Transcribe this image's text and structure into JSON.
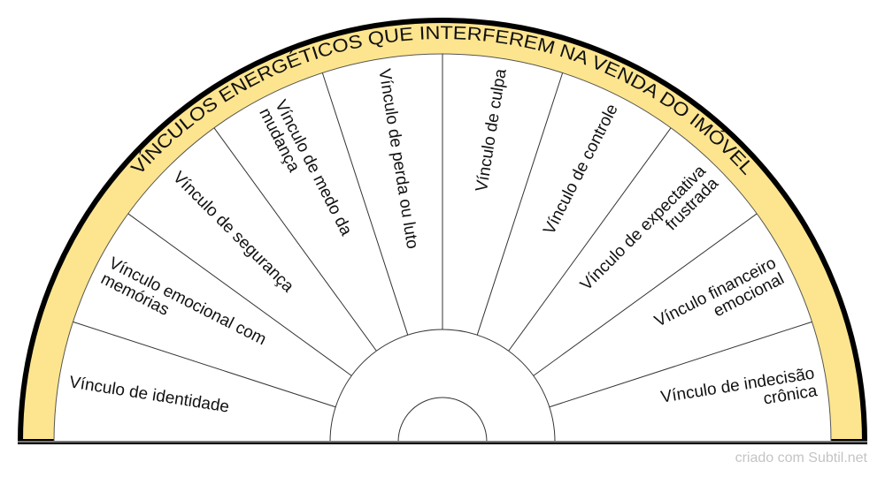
{
  "title": "VÍNCULOS ENERGÉTICOS QUE INTERFEREM NA VENDA DO IMÓVEL",
  "sectors": [
    [
      "Vínculo de identidade"
    ],
    [
      "Vínculo emocional com",
      "memórias"
    ],
    [
      "Vínculo de segurança"
    ],
    [
      "Vínculo de medo da",
      "mudança"
    ],
    [
      "Vínculo de perda ou luto"
    ],
    [
      "Vínculo de culpa"
    ],
    [
      "Vínculo de controle"
    ],
    [
      "Vínculo de expectativa",
      "frustrada"
    ],
    [
      "Vínculo financeiro",
      "emocional"
    ],
    [
      "Vínculo de indecisão",
      "crônica"
    ]
  ],
  "watermark": "criado com Subtil.net",
  "colors": {
    "band": "#fde58f",
    "edge": "#000000",
    "lines": "#333333"
  }
}
